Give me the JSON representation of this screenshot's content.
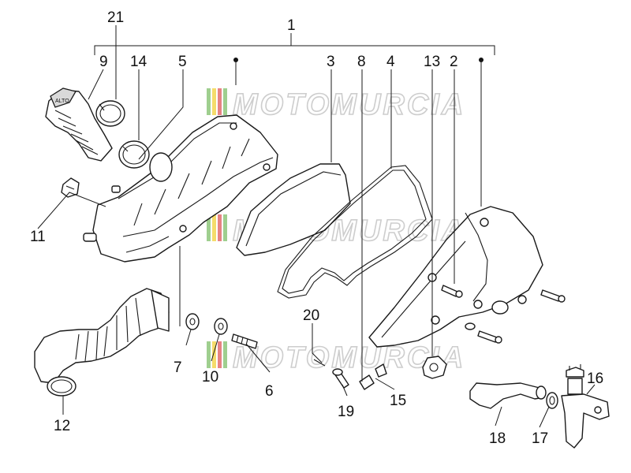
{
  "callouts": {
    "c1": "1",
    "c2": "2",
    "c3": "3",
    "c4": "4",
    "c5": "5",
    "c6": "6",
    "c7": "7",
    "c8": "8",
    "c9": "9",
    "c10": "10",
    "c11": "11",
    "c12": "12",
    "c13": "13",
    "c14": "14",
    "c15": "15",
    "c16": "16",
    "c17": "17",
    "c18": "18",
    "c19": "19",
    "c20": "20",
    "c21": "21"
  },
  "watermark": {
    "text": "MOTOMURCIA"
  },
  "colors": {
    "line": "#1a1a1a",
    "watermark_outline": "#bdbdbd",
    "watermark_stripe_green": "#7fbf6a",
    "watermark_stripe_yellow": "#f2d13a",
    "watermark_stripe_red": "#e05a5a"
  }
}
